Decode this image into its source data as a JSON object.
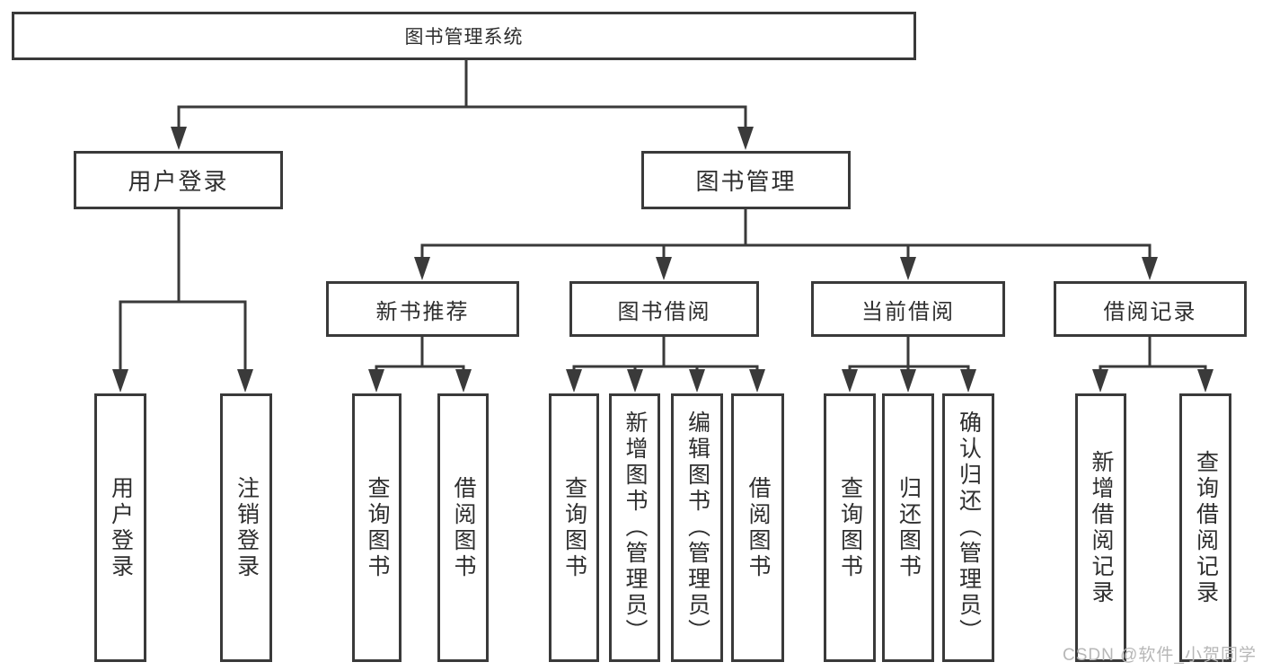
{
  "tree": {
    "root": "图书管理系统",
    "branches": [
      {
        "label": "用户登录",
        "children": [
          "用户登录",
          "注销登录"
        ]
      },
      {
        "label": "图书管理",
        "groups": [
          {
            "label": "新书推荐",
            "children": [
              "查询图书",
              "借阅图书"
            ]
          },
          {
            "label": "图书借阅",
            "children": [
              "查询图书",
              "新增图书（管理员）",
              "编辑图书（管理员）",
              "借阅图书"
            ]
          },
          {
            "label": "当前借阅",
            "children": [
              "查询图书",
              "归还图书",
              "确认归还（管理员）"
            ]
          },
          {
            "label": "借阅记录",
            "children": [
              "新增借阅记录",
              "查询借阅记录"
            ]
          }
        ]
      }
    ]
  },
  "watermark": "CSDN @软件_小贺同学",
  "colors": {
    "line": "#3a3a3a",
    "text": "#2e2e2e",
    "background": "#ffffff",
    "watermark": "#b7b7b7"
  }
}
